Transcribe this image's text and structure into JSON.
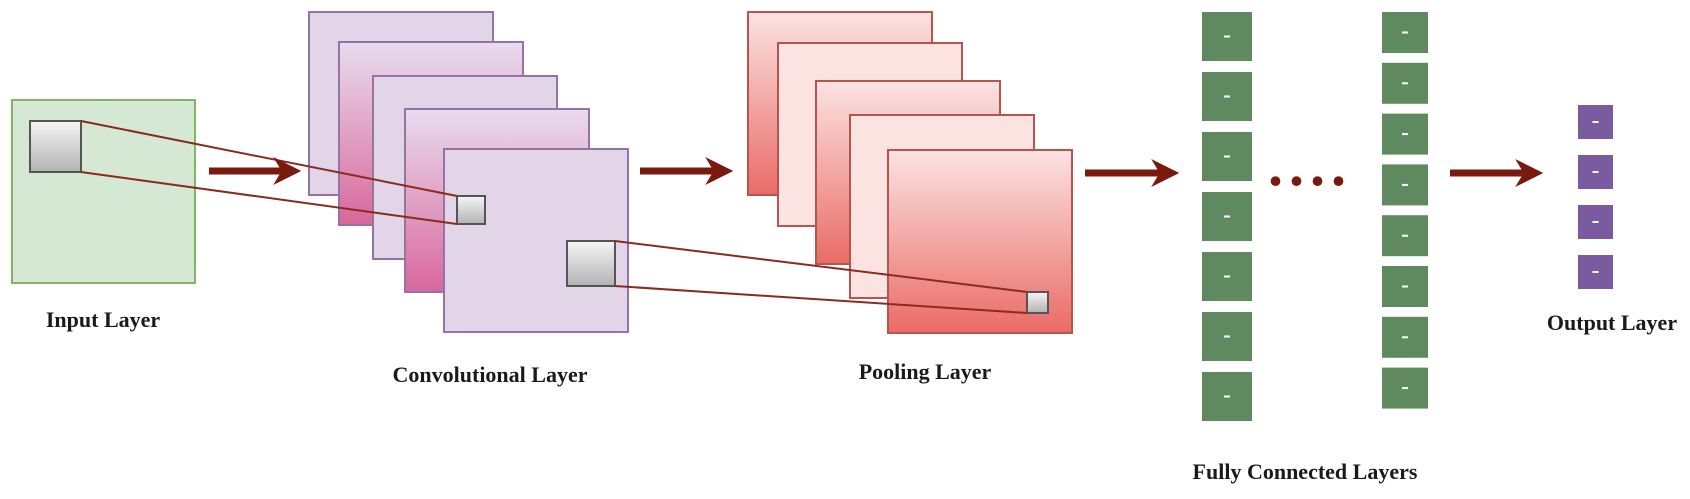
{
  "labels": {
    "input": "Input Layer",
    "conv": "Convolutional Layer",
    "pool": "Pooling Layer",
    "fc": "Fully Connected Layers",
    "output": "Output Layer"
  },
  "ellipsis": "....",
  "fc_columns": [
    {
      "neurons": 7
    },
    {
      "neurons": 8
    }
  ],
  "output_neurons": 4,
  "conv_maps": 5,
  "pool_maps": 5,
  "colors": {
    "input_fill": "#d5e8d4",
    "input_stroke": "#82b366",
    "conv_fill": "#e1d5e7",
    "conv_stroke": "#9673a6",
    "conv_gradient": "#d9679b",
    "pool_fill_light": "#f8cecc",
    "pool_fill_dark": "#ea6b66",
    "pool_stroke": "#b85450",
    "fc_neuron": "#5f8a5f",
    "output_neuron": "#7b5ba0",
    "arrow": "#7a1a0e",
    "lines": "#8b2a1e"
  }
}
